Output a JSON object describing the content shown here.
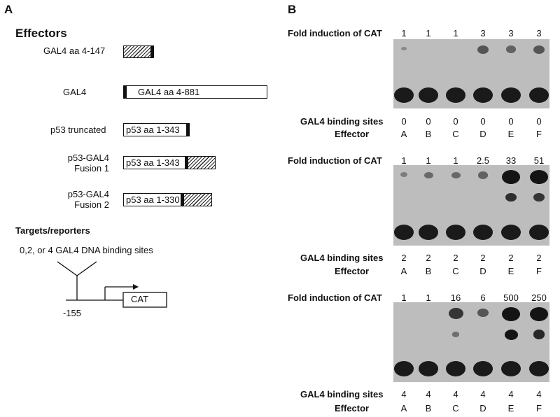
{
  "panel_a": {
    "letter": "A",
    "effectors_heading": "Effectors",
    "effectors": [
      {
        "label": "GAL4 aa 4-147",
        "box_text": ""
      },
      {
        "label": "GAL4",
        "box_text": "GAL4 aa 4-881"
      },
      {
        "label": "p53 truncated",
        "box_text": "p53 aa 1-343"
      },
      {
        "label_line1": "p53-GAL4",
        "label_line2": "Fusion 1",
        "box_text": "p53 aa 1-343"
      },
      {
        "label_line1": "p53-GAL4",
        "label_line2": "Fusion 2",
        "box_text": "p53 aa 1-330"
      }
    ],
    "targets_heading": "Targets/reporters",
    "binding_sites_label": "0,2, or 4 GAL4 DNA binding sites",
    "position_label": "-155",
    "reporter_label": "CAT"
  },
  "panel_b": {
    "letter": "B",
    "fold_label": "Fold induction of CAT",
    "binding_label": "GAL4 binding sites",
    "effector_label": "Effector",
    "blots": [
      {
        "fold": [
          "1",
          "1",
          "1",
          "3",
          "3",
          "3"
        ],
        "binding_sites": [
          "0",
          "0",
          "0",
          "0",
          "0",
          "0"
        ],
        "effectors": [
          "A",
          "B",
          "C",
          "D",
          "E",
          "F"
        ],
        "upper_spot_intensity": [
          0.1,
          0,
          0,
          0.5,
          0.4,
          0.5
        ],
        "middle_spot_intensity": [
          0,
          0,
          0,
          0,
          0,
          0
        ]
      },
      {
        "fold": [
          "1",
          "1",
          "1",
          "2.5",
          "33",
          "51"
        ],
        "binding_sites": [
          "2",
          "2",
          "2",
          "2",
          "2",
          "2"
        ],
        "effectors": [
          "A",
          "B",
          "C",
          "D",
          "E",
          "F"
        ],
        "upper_spot_intensity": [
          0.2,
          0.35,
          0.35,
          0.4,
          1.0,
          1.0
        ],
        "middle_spot_intensity": [
          0,
          0,
          0,
          0,
          0.8,
          0.75
        ]
      },
      {
        "fold": [
          "1",
          "1",
          "16",
          "6",
          "500",
          "250"
        ],
        "binding_sites": [
          "4",
          "4",
          "4",
          "4",
          "4",
          "4"
        ],
        "effectors": [
          "A",
          "B",
          "C",
          "D",
          "E",
          "F"
        ],
        "upper_spot_intensity": [
          0,
          0,
          0.75,
          0.5,
          1.0,
          1.0
        ],
        "middle_spot_intensity": [
          0,
          0,
          0.3,
          0,
          1.0,
          0.85
        ]
      }
    ]
  }
}
